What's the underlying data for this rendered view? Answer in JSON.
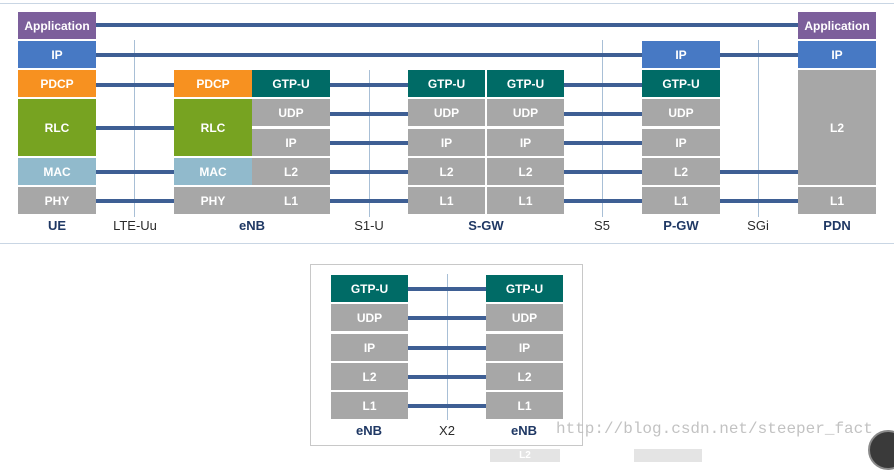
{
  "layers": {
    "application": "Application",
    "ip": "IP",
    "pdcp": "PDCP",
    "rlc": "RLC",
    "mac": "MAC",
    "phy": "PHY",
    "gtpu": "GTP-U",
    "udp": "UDP",
    "l2": "L2",
    "l1": "L1"
  },
  "top": {
    "nodes": {
      "ue": "UE",
      "enb": "eNB",
      "sgw": "S-GW",
      "pgw": "P-GW",
      "pdn": "PDN"
    },
    "interfaces": {
      "lte_uu": "LTE-Uu",
      "s1u": "S1-U",
      "s5": "S5",
      "sgi": "SGi"
    }
  },
  "bottom": {
    "nodes": {
      "enb_left": "eNB",
      "enb_right": "eNB"
    },
    "interfaces": {
      "x2": "X2"
    }
  },
  "watermark": "http://blog.csdn.net/steeper_fact",
  "colors": {
    "application": "#7c5f9b",
    "ip": "#4779c4",
    "pdcp": "#f79120",
    "rlc": "#77a321",
    "mac": "#91bacc",
    "gray": "#a7a7a7",
    "gtpu": "#006b66",
    "link": "#3e5f94"
  }
}
